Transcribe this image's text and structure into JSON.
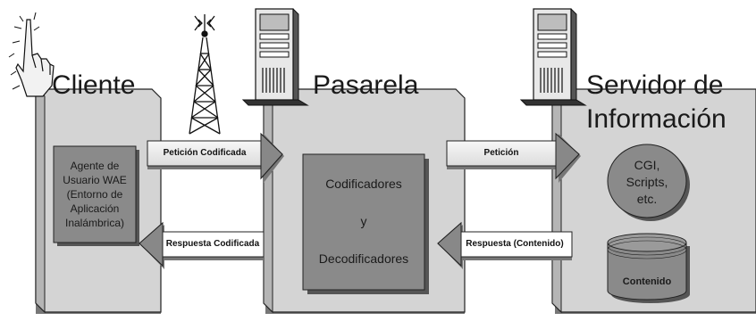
{
  "panels": {
    "cliente": {
      "title": "Cliente"
    },
    "pasarela": {
      "title": "Pasarela"
    },
    "servidor": {
      "title_line1": "Servidor de",
      "title_line2": "Información"
    }
  },
  "boxes": {
    "agente": [
      "Agente de",
      "Usuario WAE",
      "(Entorno de",
      "Aplicación",
      "Inalámbrica)"
    ],
    "codificadores": {
      "line1": "Codificadores",
      "line2": "y",
      "line3": "Decodificadores"
    },
    "cgi": [
      "CGI,",
      "Scripts,",
      "etc."
    ],
    "contenido": "Contenido"
  },
  "arrows": {
    "peticion_codificada": "Petición Codificada",
    "respuesta_codificada": "Respuesta Codificada",
    "peticion": "Petición",
    "respuesta_contenido": "Respuesta (Contenido)"
  },
  "colors": {
    "panel_fill": "#d4d4d4",
    "panel_shadow": "#7a7a7a",
    "box_fill": "#8a8a8a",
    "arrow_fill": "#ffffff",
    "arrow_head": "#777777",
    "outline": "#222222"
  },
  "icons": [
    "antenna-tower-icon",
    "server-tower-icon",
    "server-tower-icon",
    "hand-icon"
  ]
}
